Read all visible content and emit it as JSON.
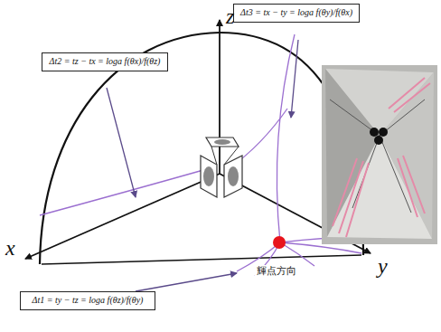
{
  "diagram": {
    "nodes": [
      {
        "text": [
          "Δt3 = tx − ty = loga f(θy)/f(θx)"
        ]
      },
      {
        "text": [
          "Δt2 = tz − tx = loga f(θx)/f(θz)"
        ]
      },
      {
        "text": [
          "Δt1 = ty − tz = loga f(θz)/f(θy)"
        ]
      }
    ],
    "labels": [
      "z",
      "x",
      "y",
      "輝点方向"
    ]
  }
}
